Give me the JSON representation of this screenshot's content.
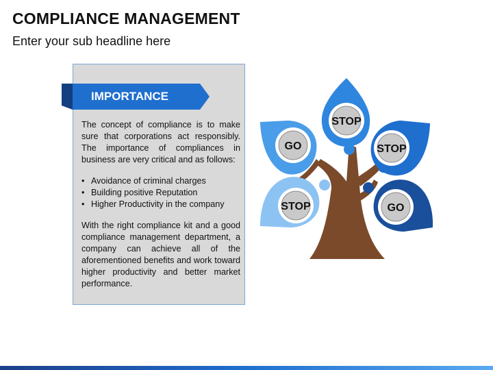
{
  "title": "COMPLIANCE MANAGEMENT",
  "subtitle": "Enter your sub headline here",
  "panel": {
    "heading": "IMPORTANCE",
    "intro": "The concept of compliance is to make sure that corporations act responsibly. The importance of compliances in business are very critical and as follows:",
    "bullets": [
      "Avoidance of criminal charges",
      "Building positive Reputation",
      "Higher Productivity in the company"
    ],
    "conclusion": "With the right compliance kit and a good compliance management department, a company can achieve all of the aforementioned benefits and work toward higher productivity and better market performance."
  },
  "tree": {
    "leaves": [
      {
        "label": "GO",
        "color": "#4a9de8"
      },
      {
        "label": "STOP",
        "color": "#2f86de"
      },
      {
        "label": "STOP",
        "color": "#1f6fcf"
      },
      {
        "label": "STOP",
        "color": "#8cc3f3"
      },
      {
        "label": "GO",
        "color": "#1a4f9c"
      }
    ],
    "trunk_color": "#7a4a2a"
  },
  "colors": {
    "ribbon": "#1f6fcf",
    "ribbon_fold": "#123f80",
    "panel_bg": "#d9d9d9",
    "badge_fill": "#c9c9c9"
  }
}
